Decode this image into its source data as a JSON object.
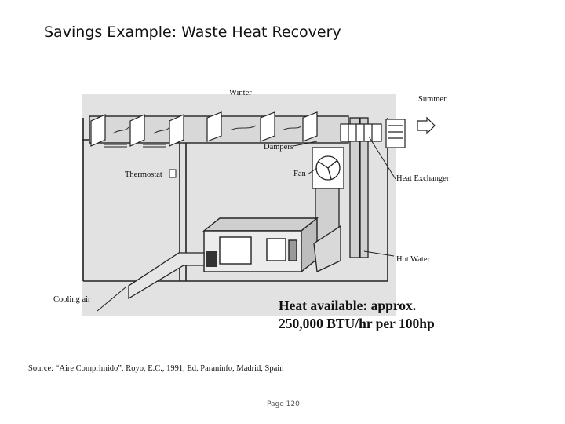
{
  "title": "Savings Example: Waste Heat Recovery",
  "diagram": {
    "labels": {
      "winter": "Winter",
      "summer": "Summer",
      "dampers": "Dampers",
      "thermostat": "Thermostat",
      "fan": "Fan",
      "heat_exchanger": "Heat Exchanger",
      "hot_water": "Hot Water",
      "cooling_air": "Cooling air"
    }
  },
  "heat_available": {
    "line1": "Heat available: approx.",
    "line2": "250,000 BTU/hr per 100hp"
  },
  "source": "Source:  “Aire Comprimido”, Royo, E.C., 1991, Ed. Paraninfo, Madrid, Spain",
  "page_number": "Page 120"
}
